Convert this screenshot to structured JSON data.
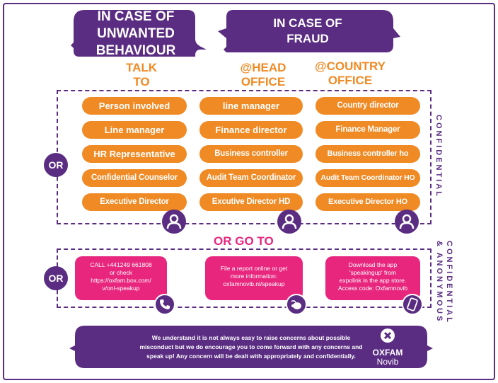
{
  "titles": {
    "unwanted": [
      "IN CASE OF",
      "UNWANTED",
      "BEHAVIOUR"
    ],
    "fraud": [
      "IN CASE OF",
      "FRAUD"
    ]
  },
  "columns": {
    "talk": [
      "TALK",
      "TO"
    ],
    "head": [
      "@HEAD",
      "OFFICE"
    ],
    "country": [
      "@COUNTRY",
      "OFFICE"
    ]
  },
  "col1": [
    "Person involved",
    "Line manager",
    "HR Representative",
    "Confidential Counselor",
    "Executive Director"
  ],
  "col2": [
    "line manager",
    "Finance director",
    "Business controller",
    "Audit Team Coordinator",
    "Excutive Director HD"
  ],
  "col3": [
    "Country director",
    "Finance Manager",
    "Business controller ho",
    "Audit Team Coordinator HO",
    "Executive Director HO"
  ],
  "or_label": "OR",
  "confidential": "CONFIDENTIAL",
  "confidential_anon": [
    "CONFIDENTIAL",
    "& ANONYMOUS"
  ],
  "or_go_to": "OR GO TO",
  "box1": [
    "CALL +441249 661808",
    "or check",
    "https://oxfam.box.com/",
    "v/onl-speakup"
  ],
  "box2": [
    "File a report online or get",
    "more information:",
    "oxfamnovib.nl/speakup"
  ],
  "box3": [
    "Download the app",
    "'speakingup' from",
    "expolink in the app store.",
    "Access code: Oxfamnovib"
  ],
  "bottom": [
    "We understand it is not always easy to raise concerns about possible",
    "misconduct but we do encourage you to come forward with any concerns and",
    "speak up! Any concern will be dealt with appropriately and confidentially."
  ],
  "logo": {
    "line1": "OXFAM",
    "line2": "Novib"
  },
  "colors": {
    "purple": "#5a2d82",
    "orange": "#f08a24",
    "magenta": "#e8267e"
  }
}
